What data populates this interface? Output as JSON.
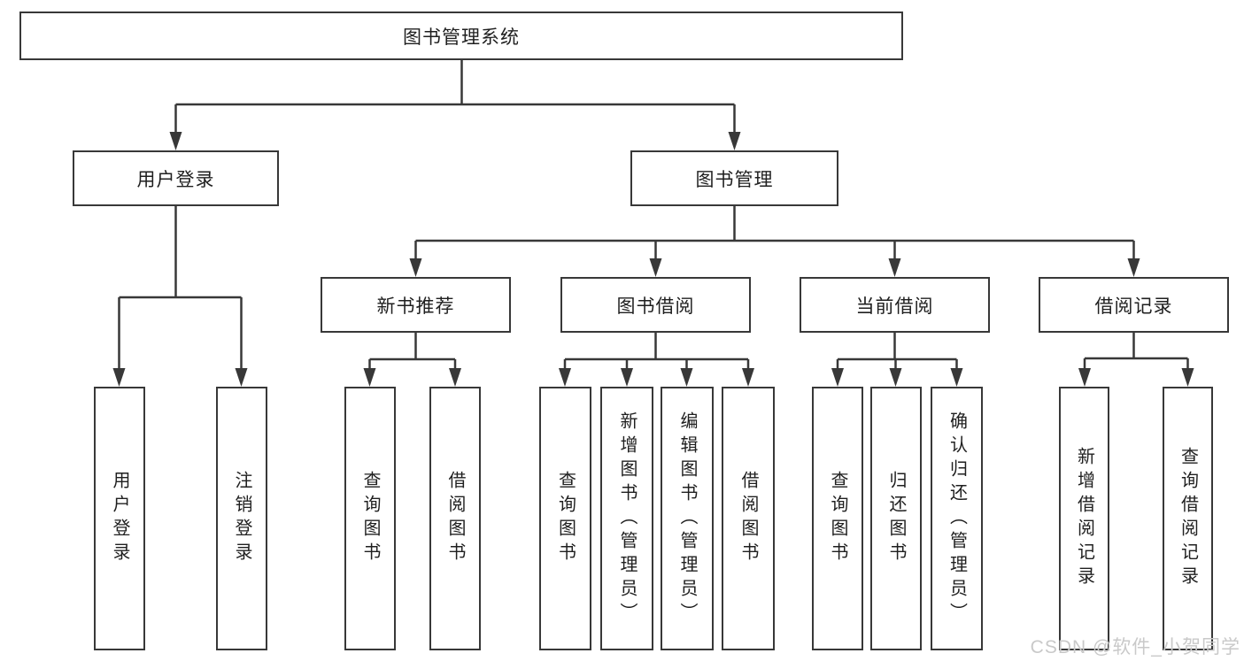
{
  "diagram": {
    "colors": {
      "line": "#383838",
      "box_border": "#383838",
      "text": "#1f1f1f",
      "background": "#ffffff",
      "watermark": "#c9c9c9"
    },
    "tree": {
      "label": "图书管理系统",
      "children": [
        {
          "label": "用户登录",
          "children": [
            {
              "label": "用户登录"
            },
            {
              "label": "注销登录"
            }
          ]
        },
        {
          "label": "图书管理",
          "children": [
            {
              "label": "新书推荐",
              "children": [
                {
                  "label": "查询图书"
                },
                {
                  "label": "借阅图书"
                }
              ]
            },
            {
              "label": "图书借阅",
              "children": [
                {
                  "label": "查询图书"
                },
                {
                  "label": "新增图书（管理员）"
                },
                {
                  "label": "编辑图书（管理员）"
                },
                {
                  "label": "借阅图书"
                }
              ]
            },
            {
              "label": "当前借阅",
              "children": [
                {
                  "label": "查询图书"
                },
                {
                  "label": "归还图书"
                },
                {
                  "label": "确认归还（管理员）"
                }
              ]
            },
            {
              "label": "借阅记录",
              "children": [
                {
                  "label": "新增借阅记录"
                },
                {
                  "label": "查询借阅记录"
                }
              ]
            }
          ]
        }
      ]
    },
    "watermark": {
      "text": "CSDN @软件_小贺同学"
    }
  }
}
